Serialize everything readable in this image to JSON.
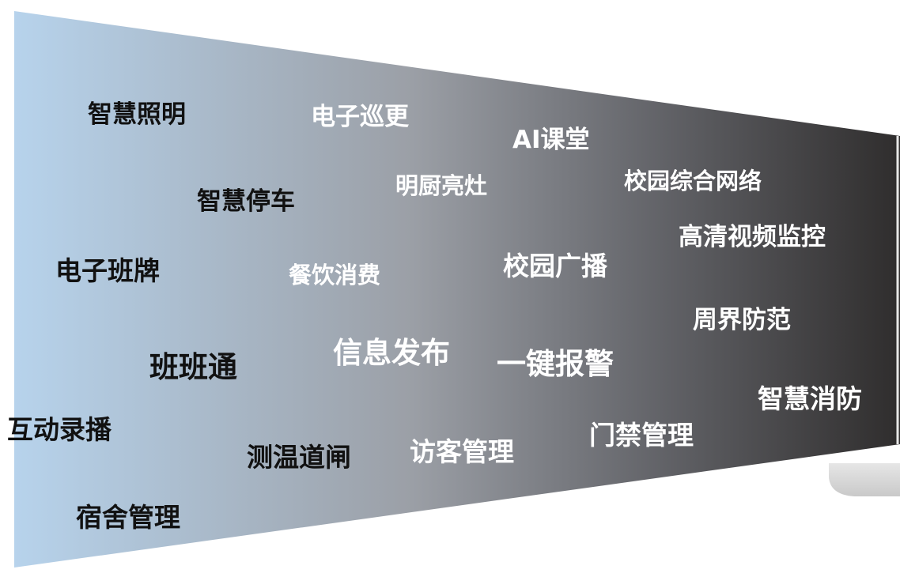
{
  "colors": {
    "gradient_start": "#b7d3ec",
    "gradient_mid": "#8f9299",
    "gradient_end": "#2f2d2d",
    "edge_highlight": "#e8e8e8",
    "stand": "#dcdcdc",
    "dark_text": "#111111",
    "light_text": "#ffffff"
  },
  "labels": {
    "smart_lighting": "智慧照明",
    "e_patrol": "电子巡更",
    "ai_classroom": "AI课堂",
    "smart_parking": "智慧停车",
    "open_kitchen": "明厨亮灶",
    "campus_network": "校园综合网络",
    "hd_surveillance": "高清视频监控",
    "e_class_sign": "电子班牌",
    "dining_payment": "餐饮消费",
    "campus_broadcast": "校园广播",
    "perimeter_defense": "周界防范",
    "ban_ban_tong": "班班通",
    "info_release": "信息发布",
    "one_key_alarm": "一键报警",
    "smart_fire": "智慧消防",
    "interactive_recording": "互动录播",
    "temp_gate": "测温道闸",
    "visitor_management": "访客管理",
    "access_control": "门禁管理",
    "dorm_management": "宿舍管理"
  }
}
